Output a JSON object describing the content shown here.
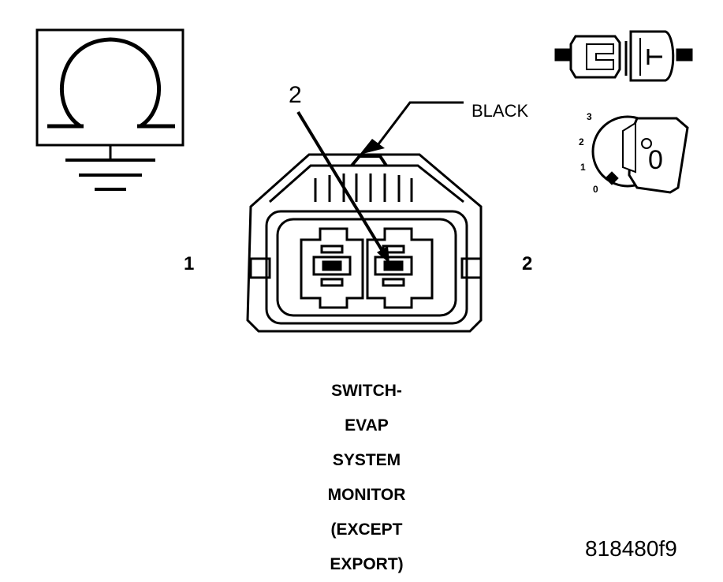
{
  "labels": {
    "wire_color": "BLACK",
    "callout_number": "2",
    "terminal_left": "1",
    "terminal_right": "2",
    "key_positions": [
      "3",
      "2",
      "1",
      "0"
    ],
    "key_glyph": "0"
  },
  "caption_lines": [
    "SWITCH-",
    "EVAP",
    "SYSTEM",
    "MONITOR",
    "(EXCEPT",
    "EXPORT)"
  ],
  "figure_id": "818480f9",
  "icons": [
    "ohmmeter-ground-icon",
    "connector-disconnect-icon",
    "ignition-key-off-icon"
  ]
}
